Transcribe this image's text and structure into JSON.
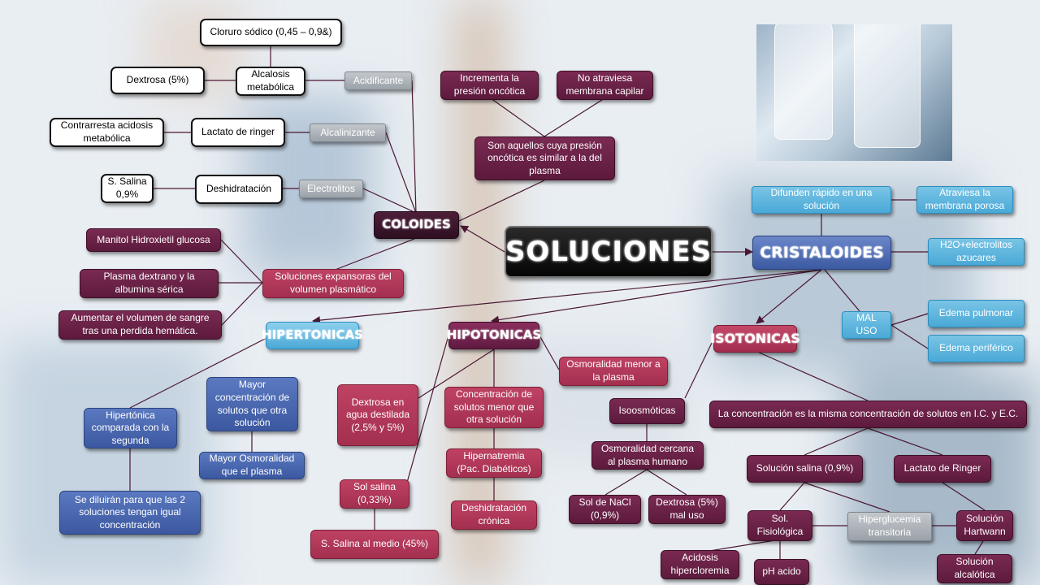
{
  "title": "SOLUCIONES",
  "coloides": {
    "heading": "COLOIDES",
    "cloruro": "Cloruro sódico (0,45 – 0,9&)",
    "dextrosa5": "Dextrosa (5%)",
    "alcalosis": "Alcalosis metabólica",
    "acidificante": "Acidificante",
    "contrarresta": "Contrarresta acidosis metabólica",
    "lactato": "Lactato de ringer",
    "alcalinizante": "Alcalinizante",
    "ssalina": "S. Salina 0,9%",
    "deshidratacion": "Deshidratación",
    "electrolitos": "Electrolitos",
    "incrementa": "Incrementa la presión oncótica",
    "noatraviesa": "No atraviesa membrana capilar",
    "definicion": "Son aquellos cuya presión oncótica es similar a la del plasma",
    "manitol": "Manitol Hidroxietil glucosa",
    "plasma": "Plasma dextrano y la albumina sérica",
    "aumentar": "Aumentar el volumen de sangre tras una perdida hemática.",
    "expansoras": "Soluciones expansoras del volumen plasmático"
  },
  "cristaloides": {
    "heading": "CRISTALOIDES",
    "difunden": "Difunden rápido en una solución",
    "atraviesa": "Atraviesa la membrana porosa",
    "h2o": "H2O+electrolitos azucares",
    "maluso": "MAL USO",
    "edemapulmonar": "Edema pulmonar",
    "edemaperiferico": "Edema periférico"
  },
  "hipertonicas": {
    "heading": "HIPERTONICAS",
    "comparada": "Hipertónica comparada con la segunda",
    "mayorconc": "Mayor concentración de solutos que otra solución",
    "mayorosm": "Mayor Osmoralidad que el plasma",
    "diluiran": "Se diluirán para que las 2 soluciones tengan igual concentración"
  },
  "hipotonicas": {
    "heading": "HIPOTONICAS",
    "osmmenor": "Osmoralidad menor a la plasma",
    "dextrosaagua": "Dextrosa en agua destilada (2,5% y 5%)",
    "concmenor": "Concentración de solutos menor que otra solución",
    "hipernatremia": "Hipernatremia (Pac. Diabéticos)",
    "deshcronica": "Deshidratación crónica",
    "solsalina033": "Sol salina (0,33%)",
    "ssalina45": "S. Salina al medio (45%)"
  },
  "isotonicas": {
    "heading": "ISOTONICAS",
    "isoosmoticas": "Isoosmóticas",
    "misma": "La concentración es la misma concentración de solutos en I.C. y E.C.",
    "osmcercana": "Osmoralidad cercana al plasma humano",
    "nacl": "Sol de NaCl (0,9%)",
    "dextrosamaluso": "Dextrosa (5%) mal uso",
    "solsalina09": "Solución salina (0,9%)",
    "lactato": "Lactato de Ringer",
    "fisiologica": "Sol. Fisiológica",
    "hiperglucemia": "Hiperglucemia transitoria",
    "hartwann": "Solución Hartwann",
    "acidosis": "Acidosis hipercloremia",
    "phacido": "pH acido",
    "alcalotica": "Solución alcalótica"
  },
  "colors": {
    "maroon": "#5c1a3c",
    "raspberry": "#a32f4f",
    "navy": "#3b58a0",
    "lightblue": "#4aa9d6",
    "edge": "#4b1733"
  }
}
